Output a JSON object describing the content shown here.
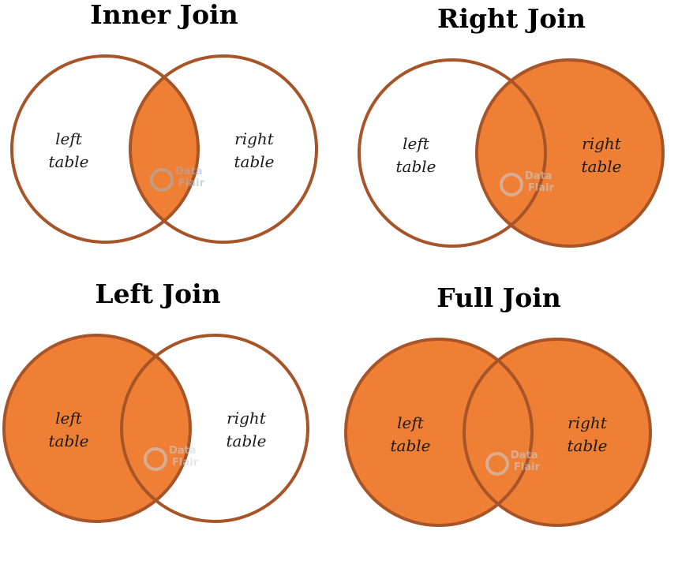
{
  "colors": {
    "fill": "#ee7f35",
    "stroke": "#a65428",
    "background": "#ffffff",
    "watermark": "#9fb6c8"
  },
  "diagrams": [
    {
      "title": "Inner Join",
      "highlight": "intersection",
      "left_label": [
        "left",
        "table"
      ],
      "right_label": [
        "right",
        "table"
      ]
    },
    {
      "title": "Right Join",
      "highlight": "right",
      "left_label": [
        "left",
        "table"
      ],
      "right_label": [
        "right",
        "table"
      ]
    },
    {
      "title": "Left Join",
      "highlight": "left",
      "left_label": [
        "left",
        "table"
      ],
      "right_label": [
        "right",
        "table"
      ]
    },
    {
      "title": "Full Join",
      "highlight": "full",
      "left_label": [
        "left",
        "table"
      ],
      "right_label": [
        "right",
        "table"
      ]
    }
  ],
  "watermark": {
    "line1": "Data",
    "line2": "Flair"
  }
}
